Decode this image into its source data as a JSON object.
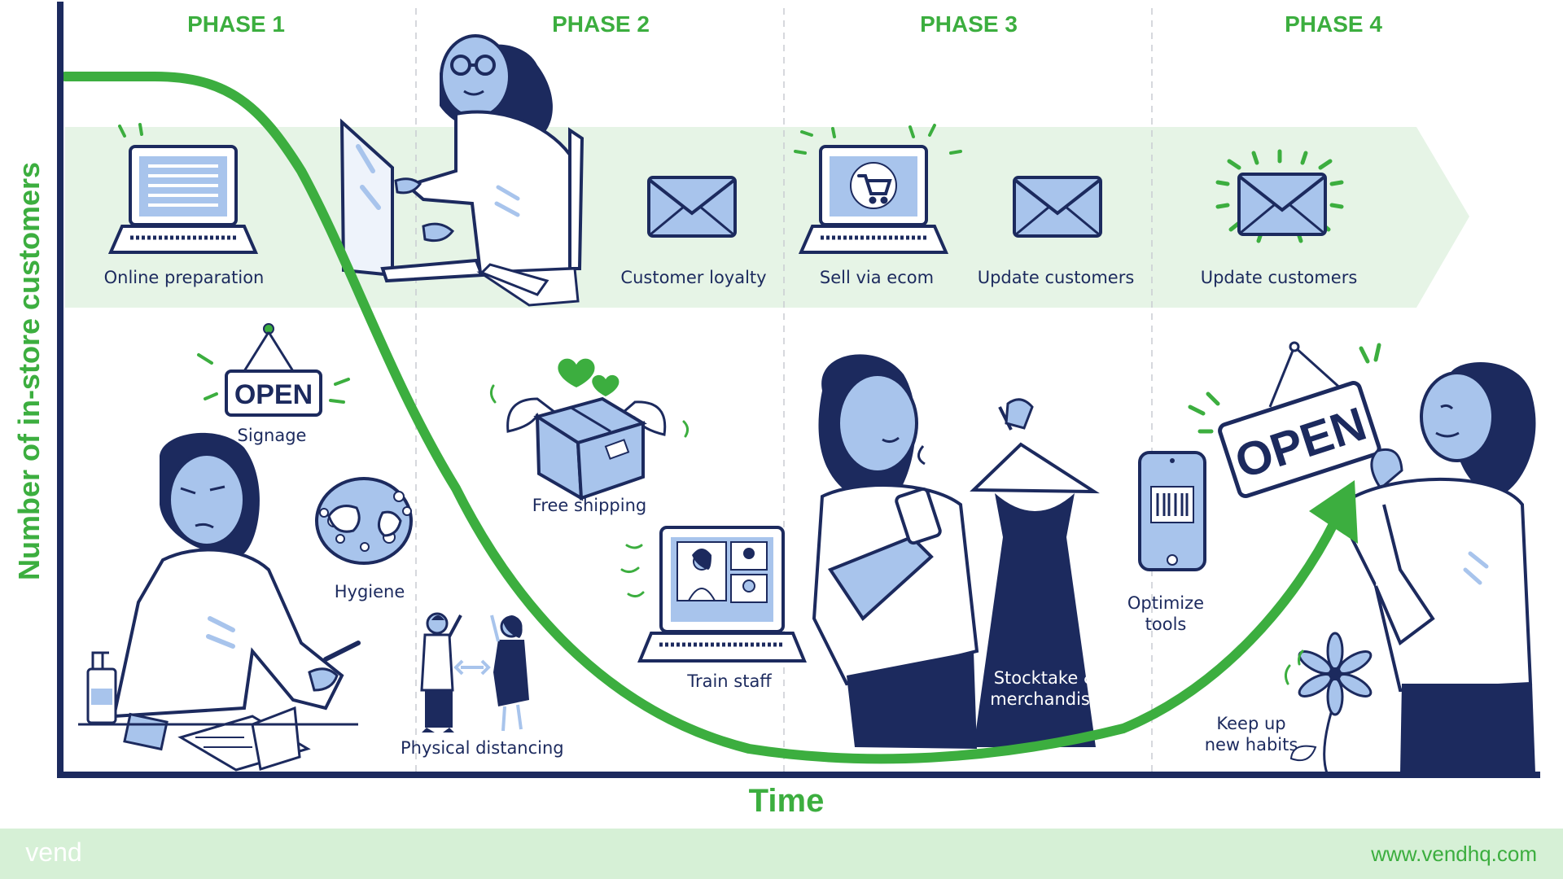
{
  "phases": [
    "PHASE 1",
    "PHASE 2",
    "PHASE 3",
    "PHASE 4"
  ],
  "axes": {
    "y_label": "Number of in-store customers",
    "x_label": "Time"
  },
  "online_steps": {
    "online_preparation": "Online preparation",
    "customer_loyalty": "Customer loyalty",
    "sell_via_ecom": "Sell via ecom",
    "update_customers_1": "Update customers",
    "update_customers_2": "Update customers"
  },
  "instore_steps": {
    "signage": "Signage",
    "hygiene": "Hygiene",
    "physical_distancing": "Physical distancing",
    "free_shipping": "Free shipping",
    "train_staff": "Train staff",
    "stocktake_1": "Stocktake &",
    "stocktake_2": "merchandise",
    "optimize_1": "Optimize",
    "optimize_2": "tools",
    "keep_up_1": "Keep up",
    "keep_up_2": "new habits"
  },
  "signs": {
    "sign_small": "OPEN",
    "sign_large": "OPEN"
  },
  "footer": {
    "logo": "vend",
    "url": "www.vendhq.com"
  },
  "colors": {
    "green": "#3cae3f",
    "navy": "#1c2a5e",
    "blue": "#a8c4ec",
    "band": "#e6f4e6",
    "footer": "#d6f0d6"
  },
  "icons": [
    "laptop-icon",
    "envelope-icon",
    "cart-icon",
    "open-sign-icon",
    "soap-icon",
    "box-icon",
    "heart-icon",
    "phone-barcode-icon",
    "flower-icon",
    "dress-icon",
    "video-call-icon"
  ]
}
